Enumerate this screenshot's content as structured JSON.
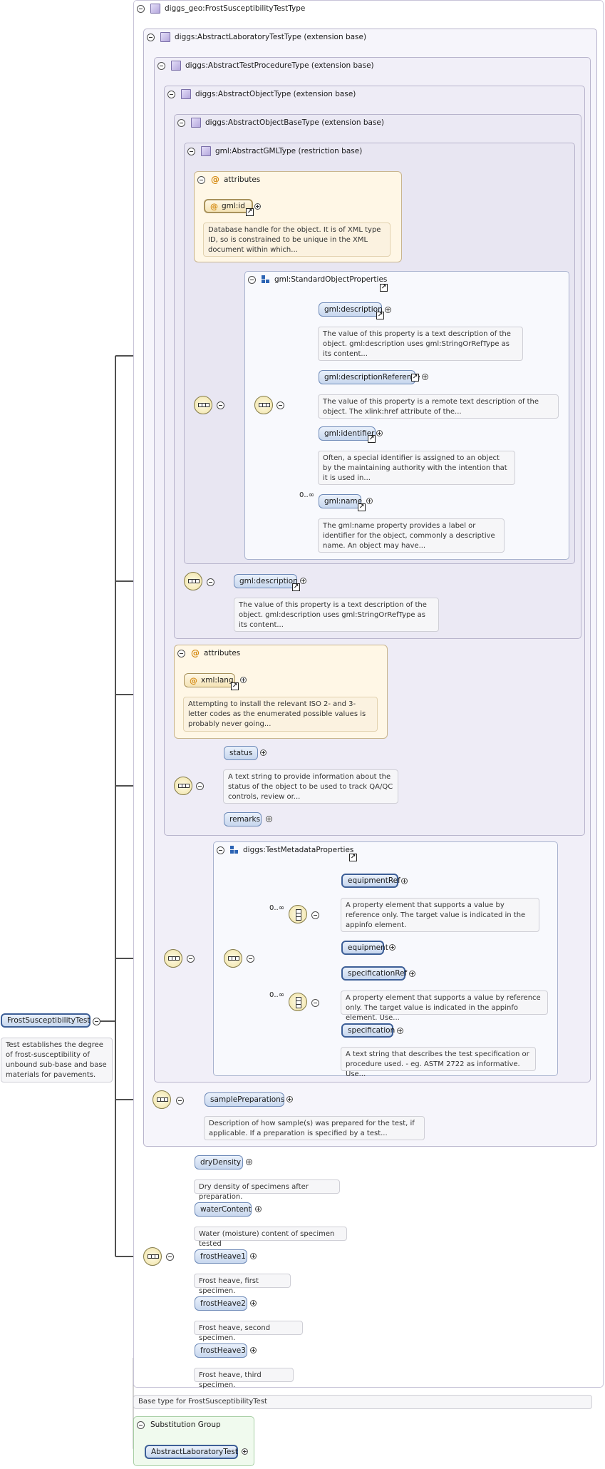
{
  "boxes": {
    "frost_type": "diggs_geo:FrostSusceptibilityTestType",
    "lab_type": "diggs:AbstractLaboratoryTestType (extension base)",
    "proc_type": "diggs:AbstractTestProcedureType (extension base)",
    "object_type": "diggs:AbstractObjectType (extension base)",
    "objectbase_type": "diggs:AbstractObjectBaseType (extension base)",
    "gml_type": "gml:AbstractGMLType (restriction base)",
    "attributes": "attributes",
    "std_props": "gml:StandardObjectProperties",
    "test_meta": "diggs:TestMetadataProperties",
    "subst_group": "Substitution Group"
  },
  "elements": {
    "gml_id": "gml:id",
    "gml_description": "gml:description",
    "gml_descriptionReference": "gml:descriptionReference",
    "gml_identifier": "gml:identifier",
    "gml_name": "gml:name",
    "gml_description2": "gml:description",
    "xml_lang": "xml:lang",
    "status": "status",
    "remarks": "remarks",
    "equipmentRef": "equipmentRef",
    "equipment": "equipment",
    "specificationRef": "specificationRef",
    "specification": "specification",
    "frost_test": "FrostSusceptibilityTest",
    "samplePreparations": "samplePreparations",
    "dryDensity": "dryDensity",
    "waterContent": "waterContent",
    "frostHeave1": "frostHeave1",
    "frostHeave2": "frostHeave2",
    "frostHeave3": "frostHeave3",
    "abstract_lab_test": "AbstractLaboratoryTest"
  },
  "multiplicity": {
    "gml_name": "0..∞",
    "equipment_choice": "0..∞",
    "specification_choice": "0..∞"
  },
  "notes": {
    "gml_id": "Database handle for the object. It is of XML type ID, so is constrained to be unique in the XML document within which...",
    "gml_description": "The value of this property is a text description of the object. gml:description uses gml:StringOrRefType as its content...",
    "gml_descriptionReference": "The value of this property is a remote text description of the object. The xlink:href attribute of the...",
    "gml_identifier": "Often, a special identifier is assigned to an object by the maintaining authority with the intention that it is used in...",
    "gml_name": "The gml:name property provides a label or identifier for the object, commonly a descriptive name. An object may have...",
    "gml_description2": "The value of this property is a text description of the object. gml:description uses gml:StringOrRefType as its content...",
    "xml_lang": "Attempting to install the relevant ISO 2- and 3-letter codes as the enumerated possible values is probably never going...",
    "status": "A text string to provide information about the status of the object to be used to track QA/QC controls, review or...",
    "equipmentRef": "A property element that supports a value by reference only. The target value is indicated in the appinfo element.",
    "specificationRef": "A property element that supports a value by reference only. The target value is indicated in the appinfo element. Use...",
    "specification": "A text string that describes the test specification or procedure used. - eg. ASTM 2722 as informative. Use...",
    "frost_test": "Test establishes the degree of frost-susceptibility of unbound sub-base and base materials for pavements.",
    "samplePreparations": "Description of how sample(s) was prepared for the test, if applicable. If a preparation is specified by a test...",
    "dryDensity": "Dry density of specimens after preparation.",
    "waterContent": "Water (moisture) content of specimen tested",
    "frostHeave1": "Frost heave, first specimen.",
    "frostHeave2": "Frost heave, second specimen.",
    "frostHeave3": "Frost heave, third specimen.",
    "base_type": "Base type for FrostSusceptibilityTest"
  },
  "icons": {
    "toggle": "collapse-toggle-icon",
    "type": "complex-type-icon",
    "group": "model-group-icon",
    "attribute": "attribute-at-icon",
    "sequence": "sequence-compositor-icon",
    "choice": "choice-compositor-icon",
    "expand": "expand-plus-icon",
    "reference": "reference-arrow-icon"
  }
}
